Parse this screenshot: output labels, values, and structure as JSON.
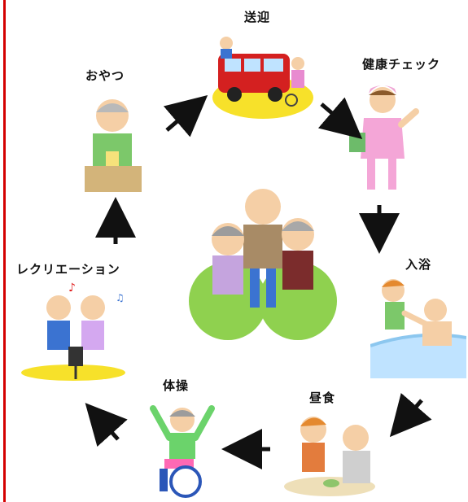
{
  "diagram": {
    "center": "day-service-center-seniors",
    "steps": [
      {
        "id": "transport",
        "label": "送迎"
      },
      {
        "id": "health-check",
        "label": "健康チェック"
      },
      {
        "id": "bath",
        "label": "入浴"
      },
      {
        "id": "lunch",
        "label": "昼食"
      },
      {
        "id": "exercise",
        "label": "体操"
      },
      {
        "id": "recreation",
        "label": "レクリエーション"
      },
      {
        "id": "snack",
        "label": "おやつ"
      }
    ],
    "flow": "clockwise"
  },
  "colors": {
    "frame": "#d40000",
    "arrow": "#111111",
    "chair": "#8fd14f",
    "van": "#d42020",
    "nurse": "#f4a6d7"
  }
}
